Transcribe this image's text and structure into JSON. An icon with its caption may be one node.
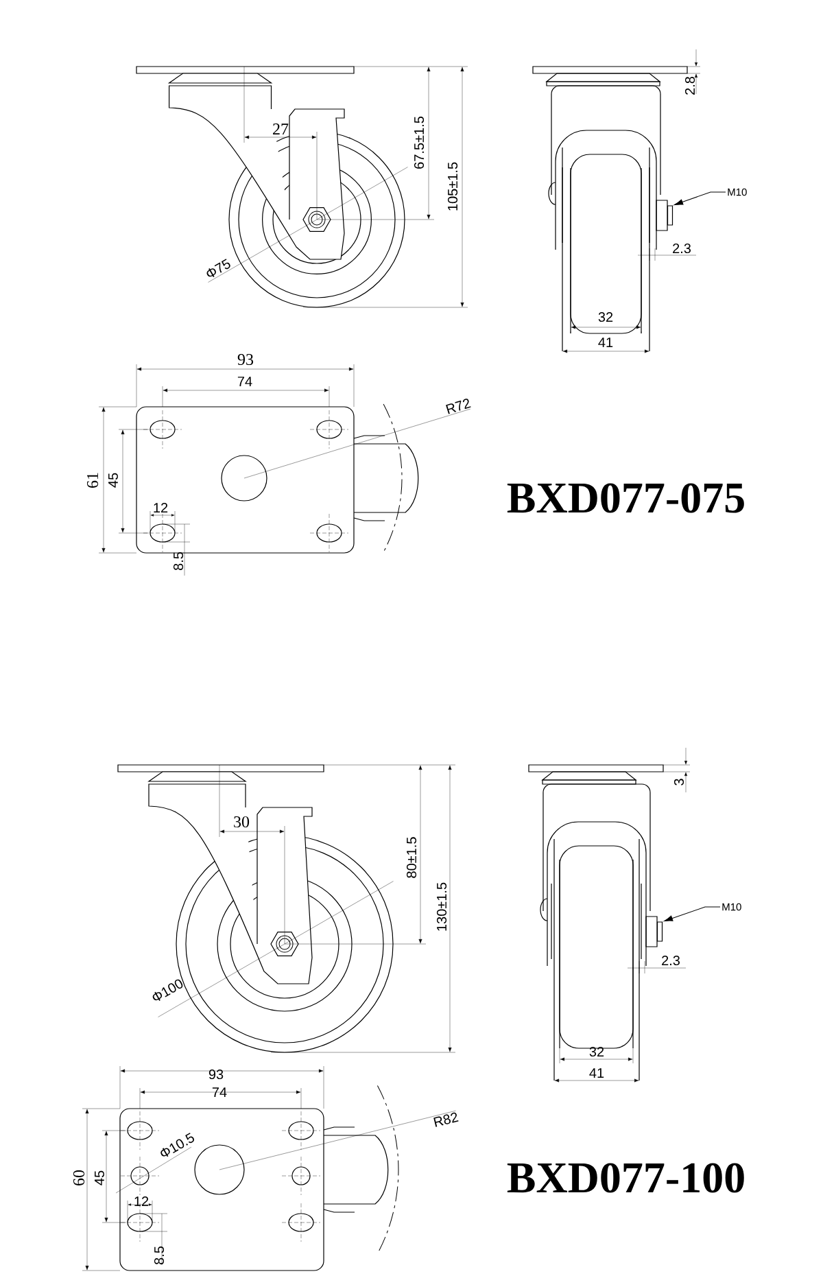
{
  "diagram": {
    "nodes": [
      {
        "text": [
          "M10"
        ]
      },
      {
        "text": [],
        "shape": "box"
      },
      {
        "text": [
          "M10"
        ]
      },
      {
        "text": [],
        "shape": "box"
      }
    ],
    "edges": [
      {
        "from": 0,
        "to": 1,
        "arrow": "to"
      },
      {
        "from": 2,
        "to": 3,
        "arrow": "to"
      }
    ],
    "labels": [
      "27",
      "67.5±1.5",
      "105±1.5",
      "Φ75",
      "2.8",
      "2.3",
      "32",
      "41",
      "93",
      "74",
      "R72",
      "61",
      "45",
      "12",
      "8.5",
      "BXD077-075",
      "30",
      "80±1.5",
      "130±1.5",
      "Φ100",
      "3",
      "2.3",
      "32",
      "41",
      "93",
      "74",
      "R82",
      "Φ10.5",
      "60",
      "45",
      "12",
      "8.5",
      "BXD077-100"
    ]
  }
}
